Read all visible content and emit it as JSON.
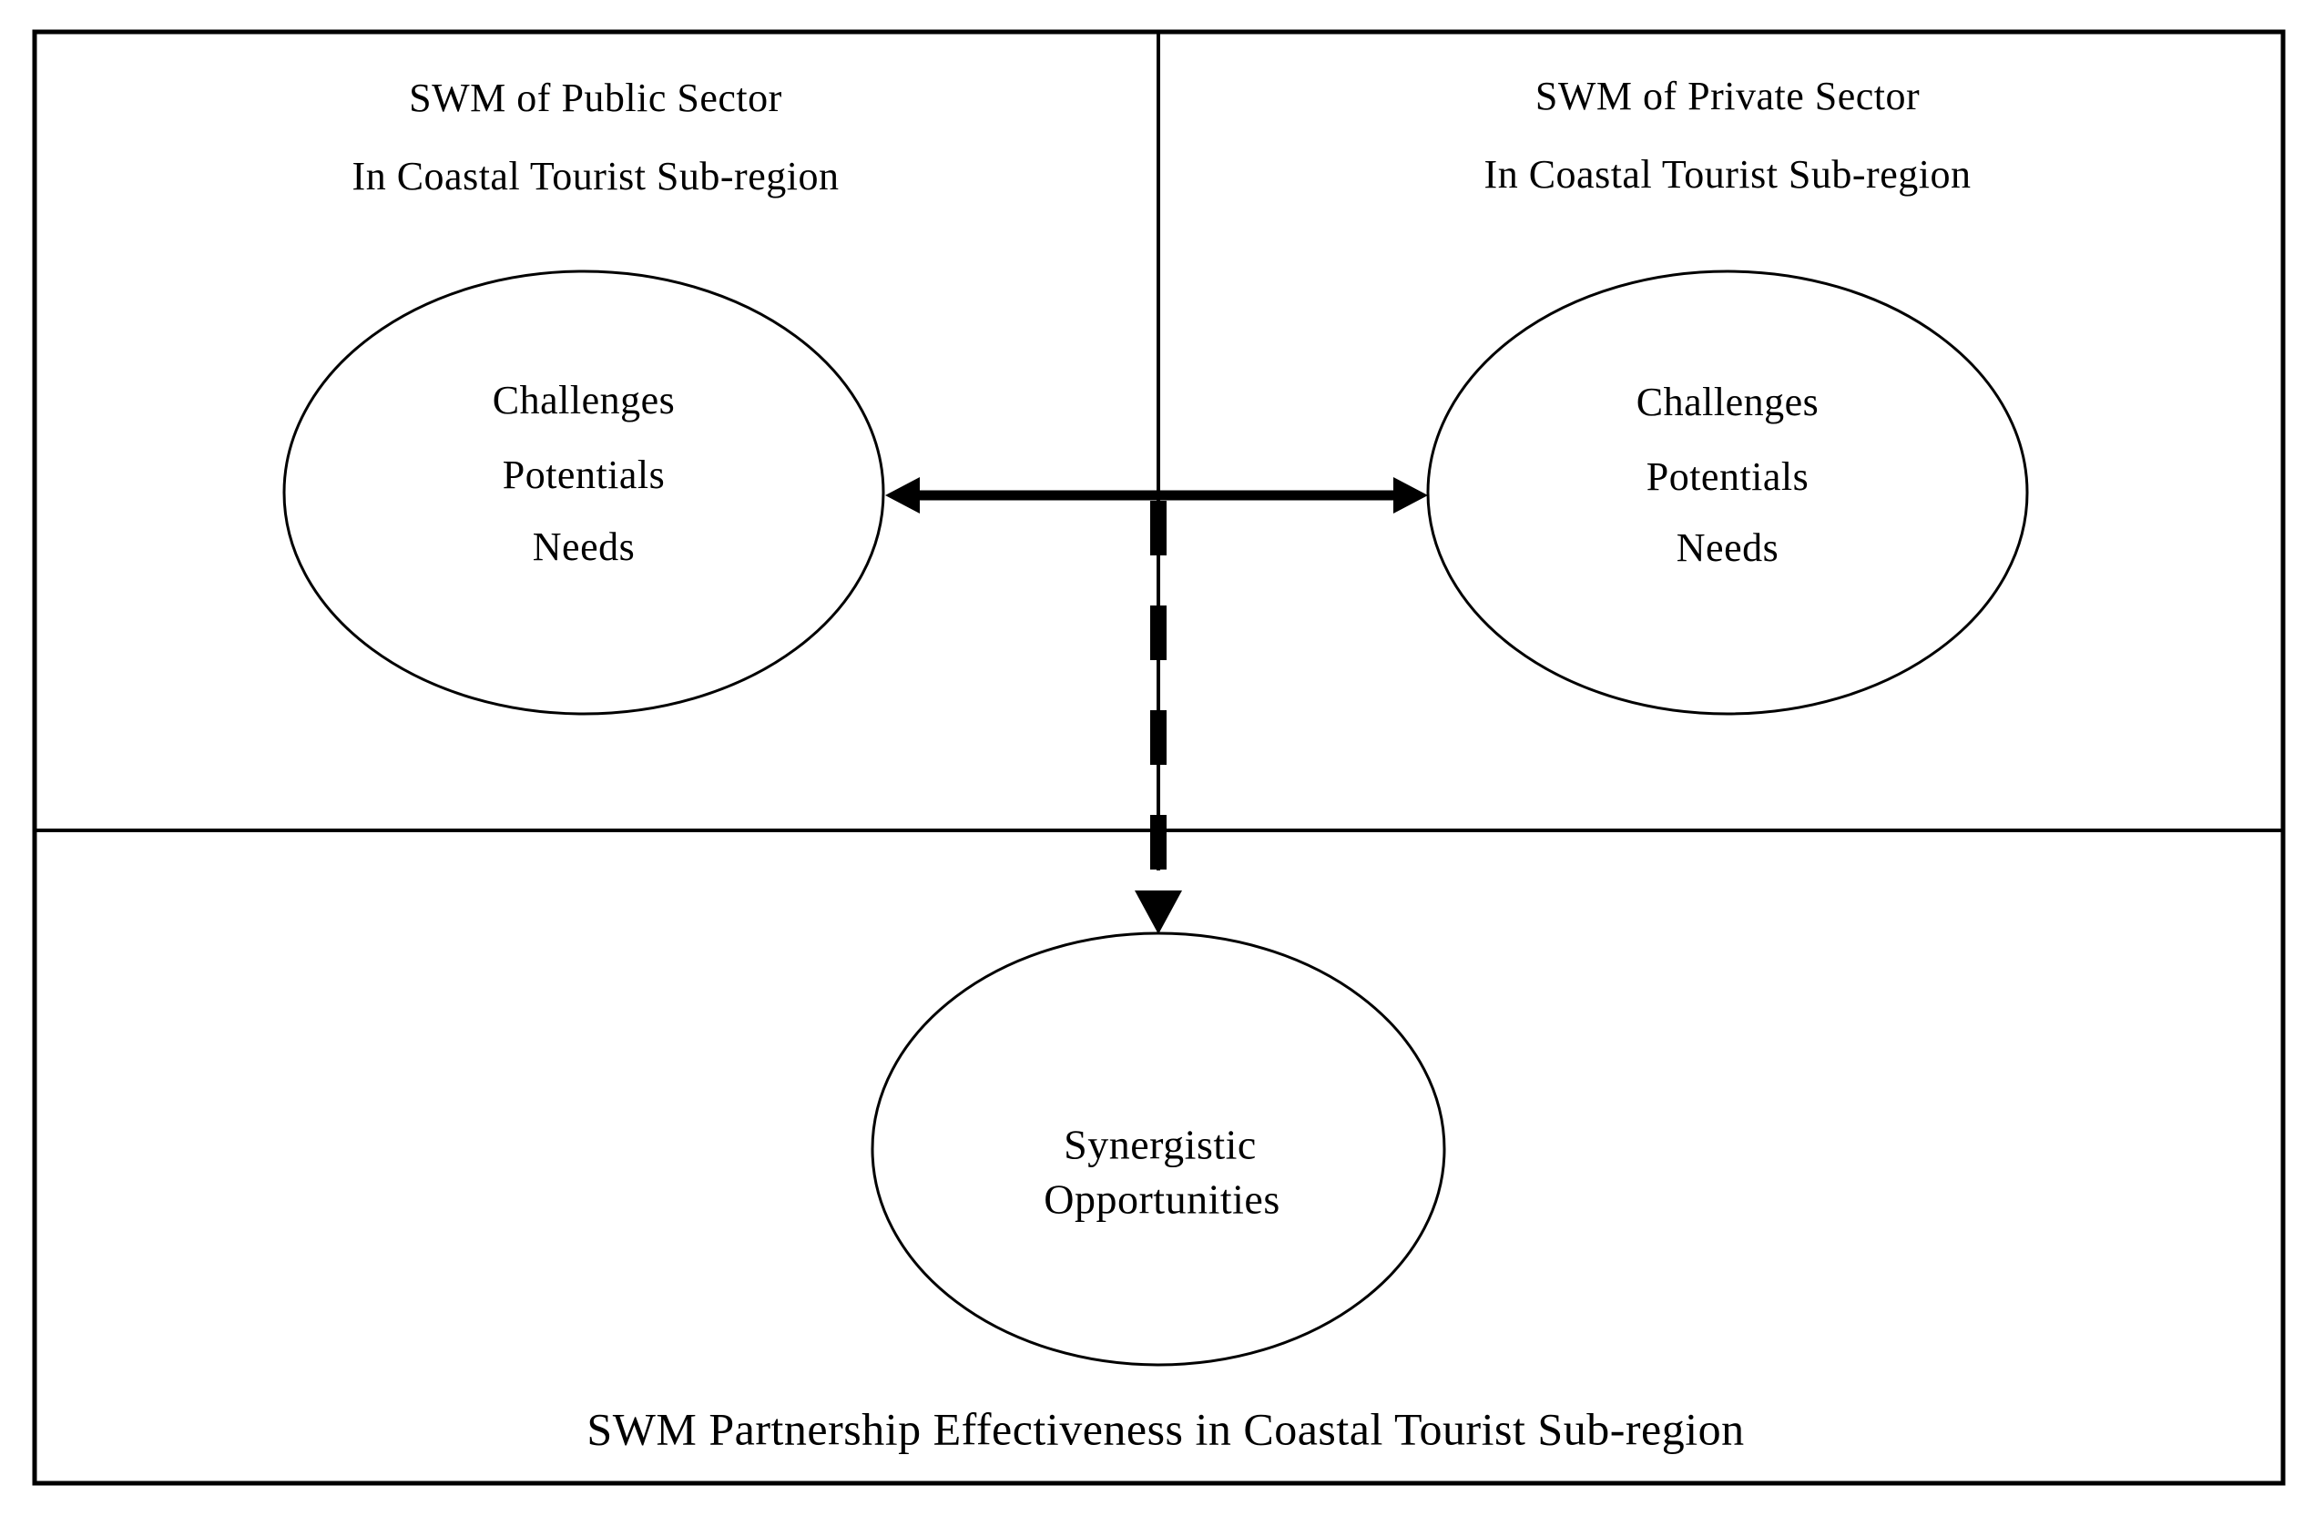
{
  "colors": {
    "ink": "#000000",
    "background": "#ffffff"
  },
  "public_sector": {
    "title_line1": "SWM of Public Sector",
    "title_line2": "In Coastal Tourist Sub-region",
    "items": [
      "Challenges",
      "Potentials",
      "Needs"
    ]
  },
  "private_sector": {
    "title_line1": "SWM of Private Sector",
    "title_line2": "In Coastal Tourist Sub-region",
    "items": [
      "Challenges",
      "Potentials",
      "Needs"
    ]
  },
  "partnership": {
    "line1": "Synergistic",
    "line2": "Opportunities"
  },
  "caption": "SWM Partnership Effectiveness in Coastal Tourist Sub-region"
}
